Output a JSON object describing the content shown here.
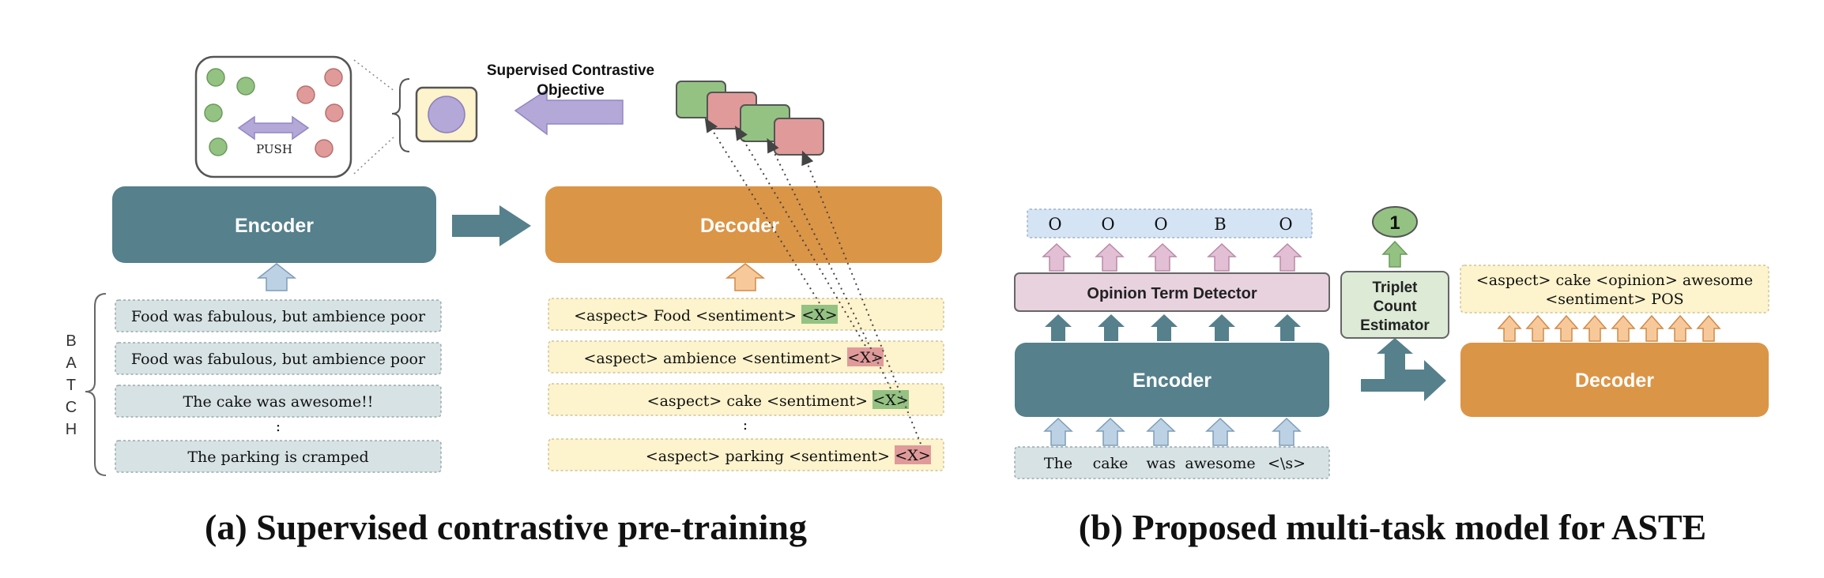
{
  "colors": {
    "encoder": "#55808c",
    "decoder": "#db9547",
    "green": "#94c283",
    "red": "#e09a9a",
    "purple": "#b3a8d8",
    "batch_fill": "#d6e2e4",
    "yellow_fill": "#fdf3cc",
    "pink_fill": "#e7d2de",
    "blue_fill": "#d5e4f4",
    "estimator_fill": "#dcead6"
  },
  "left": {
    "encoder_label": "Encoder",
    "decoder_label": "Decoder",
    "push_label": "PUSH",
    "objective_line1": "Supervised Contrastive",
    "objective_line2": "Objective",
    "batch_letters": [
      "B",
      "A",
      "T",
      "C",
      "H"
    ],
    "ellipsis": ":",
    "inputs": [
      "Food was fabulous, but ambience poor",
      "Food was fabulous, but ambience poor",
      "The cake was awesome!!",
      "The parking is cramped"
    ],
    "targets": [
      {
        "text": "<aspect> Food <sentiment>",
        "tag": "<X>",
        "tag_color": "green"
      },
      {
        "text": "<aspect> ambience <sentiment>",
        "tag": "<X>",
        "tag_color": "red"
      },
      {
        "text": "<aspect> cake <sentiment>",
        "tag": "<X>",
        "tag_color": "green"
      },
      {
        "text": "<aspect> parking <sentiment>",
        "tag": "<X>",
        "tag_color": "red"
      }
    ],
    "caption": "(a) Supervised contrastive pre-training"
  },
  "right": {
    "tags": [
      "O",
      "O",
      "O",
      "B",
      "O"
    ],
    "detector_label": "Opinion Term Detector",
    "encoder_label": "Encoder",
    "decoder_label": "Decoder",
    "tokens": [
      "The",
      "cake",
      "was",
      "awesome",
      "<\\s>"
    ],
    "count_value": "1",
    "estimator_lines": [
      "Triplet",
      "Count",
      "Estimator"
    ],
    "output_line1": "<aspect> cake <opinion> awesome",
    "output_line2": "<sentiment> POS",
    "caption": "(b) Proposed multi-task model for ASTE"
  }
}
